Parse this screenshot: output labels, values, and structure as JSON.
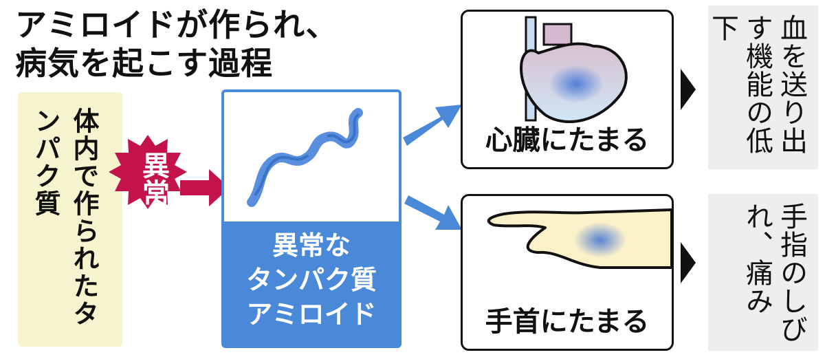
{
  "title": {
    "line1": "アミロイドが作られ、",
    "line2": "病気を起こす過程"
  },
  "source": {
    "text": "体内で作られたタンパク質"
  },
  "abnormal": {
    "text": "異常"
  },
  "amyloid": {
    "line1": "異常な",
    "line2": "タンパク質",
    "line3": "アミロイド"
  },
  "heart": {
    "caption": "心臓にたまる",
    "result": "血を送り出す機能の低下"
  },
  "wrist": {
    "caption": "手首にたまる",
    "result": "手指のしびれ、痛み"
  },
  "colors": {
    "blue": "#4a88d8",
    "crimson": "#c4124a",
    "yellow_bg": "#f6f4cf",
    "gray_bg": "#eeeeee"
  }
}
